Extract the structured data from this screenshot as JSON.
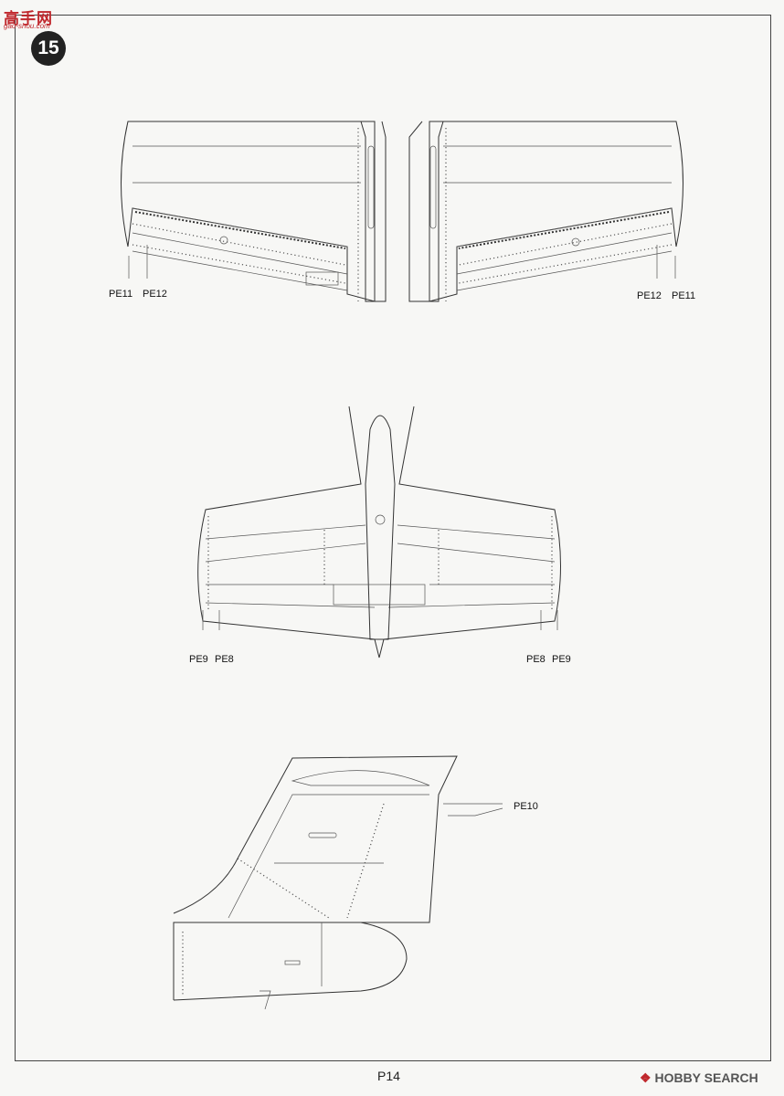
{
  "logo": {
    "brand": "高手网",
    "site": "gao-shou.com"
  },
  "step_number": "15",
  "labels": {
    "wing_left": [
      "PE11",
      "PE12"
    ],
    "wing_right": [
      "PE12",
      "PE11"
    ],
    "tail_left": [
      "PE9",
      "PE8"
    ],
    "tail_right": [
      "PE8",
      "PE9"
    ],
    "fin": "PE10"
  },
  "page_number": "P14",
  "watermark": {
    "icon": "hobby-search-logo-icon",
    "text": "HOBBY SEARCH"
  }
}
